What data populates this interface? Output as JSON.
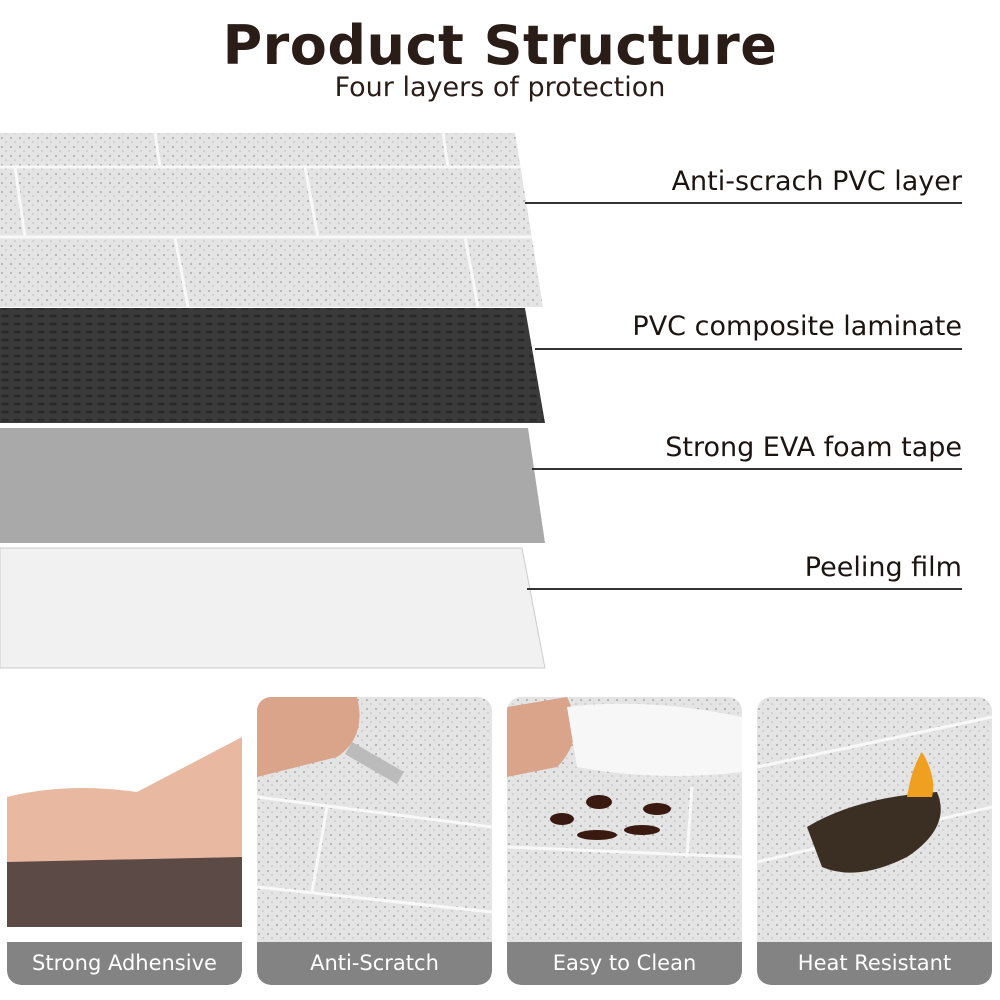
{
  "header": {
    "title": "Product Structure",
    "subtitle": "Four layers of protection"
  },
  "layers": [
    {
      "label": "Anti-scrach PVC layer"
    },
    {
      "label": "PVC composite laminate"
    },
    {
      "label": "Strong EVA foam tape"
    },
    {
      "label": "Peeling film"
    }
  ],
  "features": [
    {
      "label": "Strong Adhensive"
    },
    {
      "label": "Anti-Scratch"
    },
    {
      "label": "Easy to Clean"
    },
    {
      "label": "Heat Resistant"
    }
  ]
}
